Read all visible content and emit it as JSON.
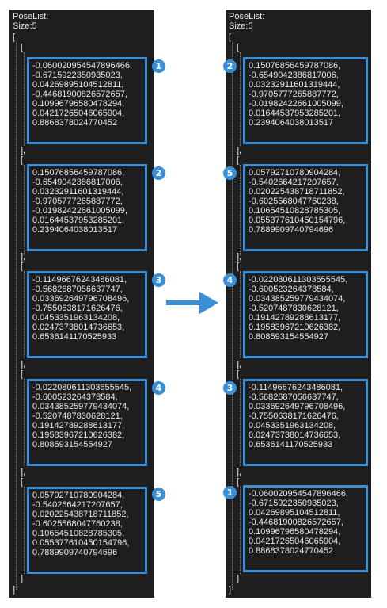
{
  "left": {
    "title": "PoseList:",
    "size": "Size:5",
    "open": "[",
    "close": "]",
    "items": [
      {
        "open": "[",
        "close": "],",
        "badge": "1",
        "values": [
          "-0.060020954547896466,",
          "-0.6715922350935023,",
          "0.04269895104512811,",
          "-0.44681900826572657,",
          "0.10996796580478294,",
          "0.04217265046065904,",
          "0.8868378024770452"
        ]
      },
      {
        "open": "[",
        "close": "],",
        "badge": "2",
        "values": [
          "0.15076856459787086,",
          "-0.6549042386817006,",
          "0.03232911601319444,",
          "-0.9705777265887772,",
          "-0.01982422661005099,",
          "0.01644537953285201,",
          "0.2394064038013517"
        ]
      },
      {
        "open": "[",
        "close": "],",
        "badge": "3",
        "values": [
          "-0.11496676243486081,",
          "-0.5682687056637747,",
          "0.033692649796708496,",
          "-0.7550638171626476,",
          "0.0453351963134208,",
          "0.02473738014736653,",
          "0.6536141170525933"
        ]
      },
      {
        "open": "[",
        "close": "],",
        "badge": "4",
        "values": [
          "-0.022080611303655545,",
          "-0.600523264378584,",
          "0.034385259779434074,",
          "-0.5207487830628121,",
          "0.19142789288613177,",
          "0.19583967210626382,",
          "0.808593154554927"
        ]
      },
      {
        "open": "[",
        "close": "]",
        "badge": "5",
        "values": [
          "0.05792710780904284,",
          "-0.5402664217207657,",
          "0.020225438718711852,",
          "-0.6025568047760238,",
          "0.10654510828785305,",
          "0.055377610450154796,",
          "0.7889909740794696"
        ]
      }
    ]
  },
  "right": {
    "title": "PoseList:",
    "size": "Size:5",
    "open": "[",
    "close": "]",
    "items": [
      {
        "open": "[",
        "close": "],",
        "badge": "2",
        "values": [
          "0.15076856459787086,",
          "-0.6549042386817006,",
          "0.03232911601319444,",
          "-0.9705777265887772,",
          "-0.01982422661005099,",
          "0.01644537953285201,",
          "0.2394064038013517"
        ]
      },
      {
        "open": "[",
        "close": "],",
        "badge": "5",
        "values": [
          "0.05792710780904284,",
          "-0.5402664217207657,",
          "0.020225438718711852,",
          "-0.6025568047760238,",
          "0.10654510828785305,",
          "0.055377610450154796,",
          "0.7889909740794696"
        ]
      },
      {
        "open": "[",
        "close": "],",
        "badge": "4",
        "values": [
          "-0.022080611303655545,",
          "-0.600523264378584,",
          "0.034385259779434074,",
          "-0.5207487830628121,",
          "0.19142789288613177,",
          "0.19583967210626382,",
          "0.808593154554927"
        ]
      },
      {
        "open": "[",
        "close": "],",
        "badge": "3",
        "values": [
          "-0.11496676243486081,",
          "-0.5682687056637747,",
          "0.033692649796708496,",
          "-0.7550638171626476,",
          "0.0453351963134208,",
          "0.02473738014736653,",
          "0.6536141170525933"
        ]
      },
      {
        "open": "[",
        "close": "]",
        "badge": "1",
        "values": [
          "-0.060020954547896466,",
          "-0.6715922350935023,",
          "0.04269895104512811,",
          "-0.44681900826572657,",
          "0.10996796580478294,",
          "0.04217265046065904,",
          "0.8868378024770452"
        ]
      }
    ]
  },
  "colors": {
    "accent": "#3a8fd9",
    "panel": "#1e1e1e",
    "text": "#e8e8e8"
  },
  "icons": {
    "arrow": "right-arrow-icon"
  }
}
